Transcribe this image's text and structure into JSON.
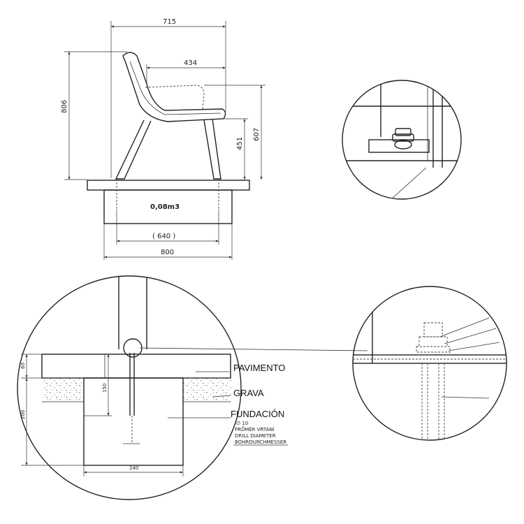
{
  "side_view": {
    "width_overall": "715",
    "seat_depth": "434",
    "height_overall": "806",
    "seat_height": "451",
    "armrest_height": "607",
    "foundation_volume": "0,08m3",
    "anchor_spacing": "( 640 )",
    "foundation_width": "800"
  },
  "foundation_detail": {
    "pavement_thickness": "60",
    "anchor_embed": "150",
    "foundation_depth": "200",
    "foundation_width": "240",
    "label_pavimento": "PAVIMENTO",
    "label_grava": "GRAVA",
    "label_fundacion": "FUNDACIÓN",
    "drill_diameter": "∅ 10",
    "drill_label_cz": "PRŮMĚR VRTÁNÍ",
    "drill_label_en": "DRILL DIAMETER",
    "drill_label_de": "BOHRDURCHMESSER"
  }
}
